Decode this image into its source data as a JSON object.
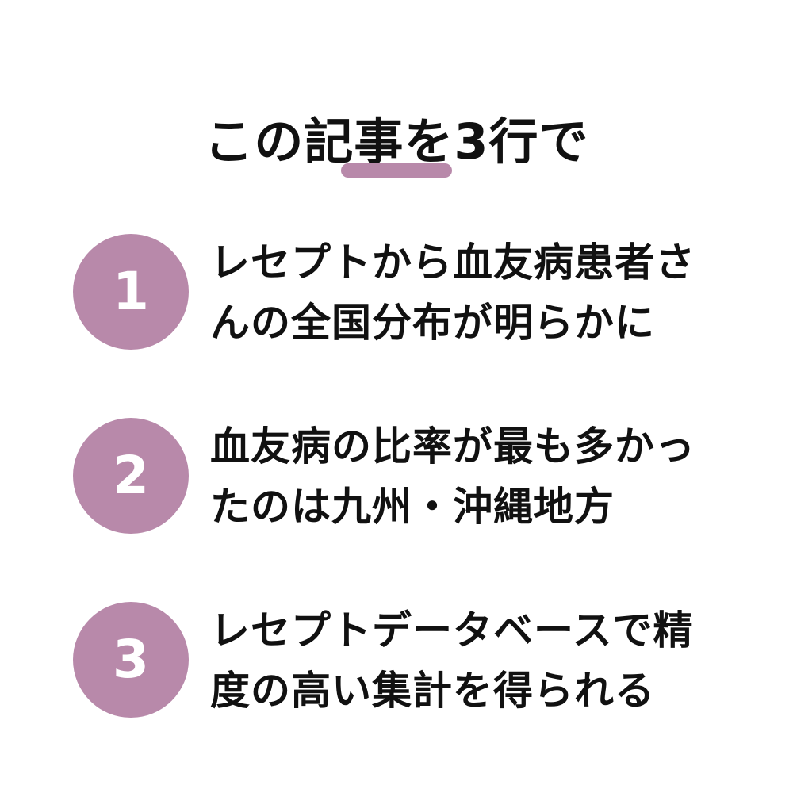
{
  "title": "この記事を3行で",
  "colors": {
    "accent": "#b889aa",
    "text": "#111111",
    "background": "#ffffff"
  },
  "items": [
    {
      "number": "1",
      "lines": [
        "レセプトから血友病患者さ",
        "んの全国分布が明らかに"
      ]
    },
    {
      "number": "2",
      "lines": [
        "血友病の比率が最も多かっ",
        "たのは九州・沖縄地方"
      ]
    },
    {
      "number": "3",
      "lines": [
        "レセプトデータベースで精",
        "度の高い集計を得られる"
      ]
    }
  ]
}
